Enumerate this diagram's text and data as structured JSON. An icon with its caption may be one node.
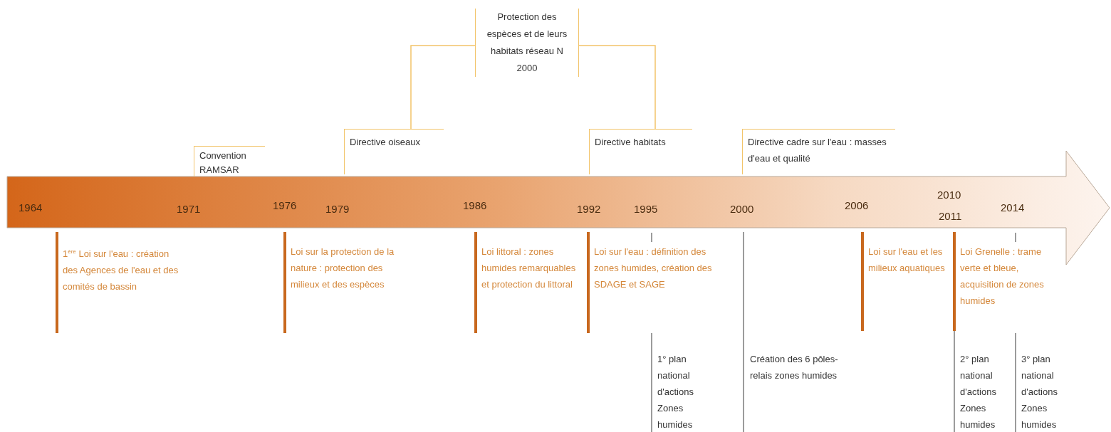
{
  "diagram": {
    "nodes": [
      {
        "text": [
          "Protection des espèces et de leurs habitats réseau N 2000"
        ]
      },
      {
        "text": [
          "Directive oiseaux"
        ]
      },
      {
        "text": [
          "Directive habitats"
        ]
      }
    ],
    "edges": [
      {
        "from": 0,
        "to": 1,
        "arrow": "none"
      },
      {
        "from": 0,
        "to": 2,
        "arrow": "none"
      }
    ],
    "labels": [
      "Convention RAMSAR",
      "Directive cadre sur l'eau : masses d'eau et qualité",
      "1964",
      "1971",
      "1976",
      "1979",
      "1986",
      "1992",
      "1995",
      "2000",
      "2006",
      "2010",
      "2011",
      "2014",
      "1$^{ère}$ Loi sur l'eau : création des Agences de l'eau et des comités de bassin",
      "Loi sur la protection de la nature : protection des milieux et des espèces",
      "Loi littoral : zones humides remarquables et protection du littoral",
      "Loi sur l'eau : définition des zones humides, création des SDAGE et SAGE",
      "Loi sur l'eau et les milieux aquatiques",
      "Loi Grenelle : trame verte et bleue, acquisition de zones humides",
      "1° plan national d'actions Zones humides",
      "Création des 6 pôles-relais zones humides",
      "2° plan national d'actions Zones humides",
      "3° plan national d'actions Zones humides"
    ]
  }
}
